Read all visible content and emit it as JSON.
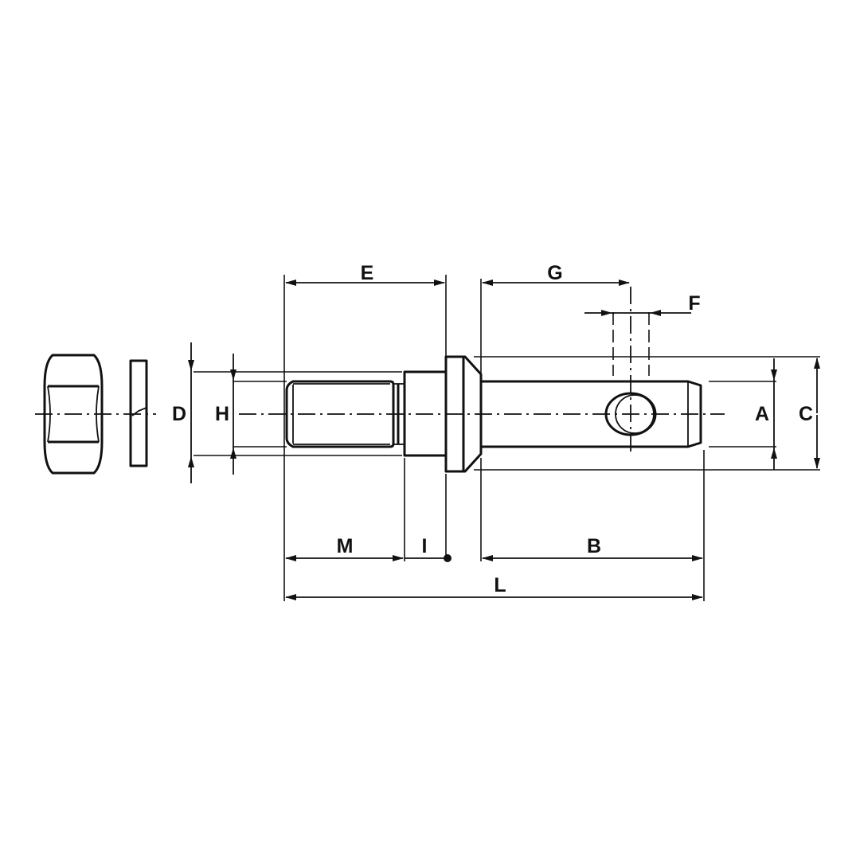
{
  "diagram": {
    "title": "Lift arm pin with nut and washer - dimension drawing",
    "parts": [
      "hex-nut",
      "washer",
      "threaded-pin"
    ],
    "colors": {
      "line": "#111111",
      "background": "#ffffff"
    },
    "labels": {
      "A": "A",
      "B": "B",
      "C": "C",
      "D": "D",
      "E": "E",
      "F": "F",
      "G": "G",
      "H": "H",
      "I": "I",
      "L": "L",
      "M": "M"
    }
  }
}
